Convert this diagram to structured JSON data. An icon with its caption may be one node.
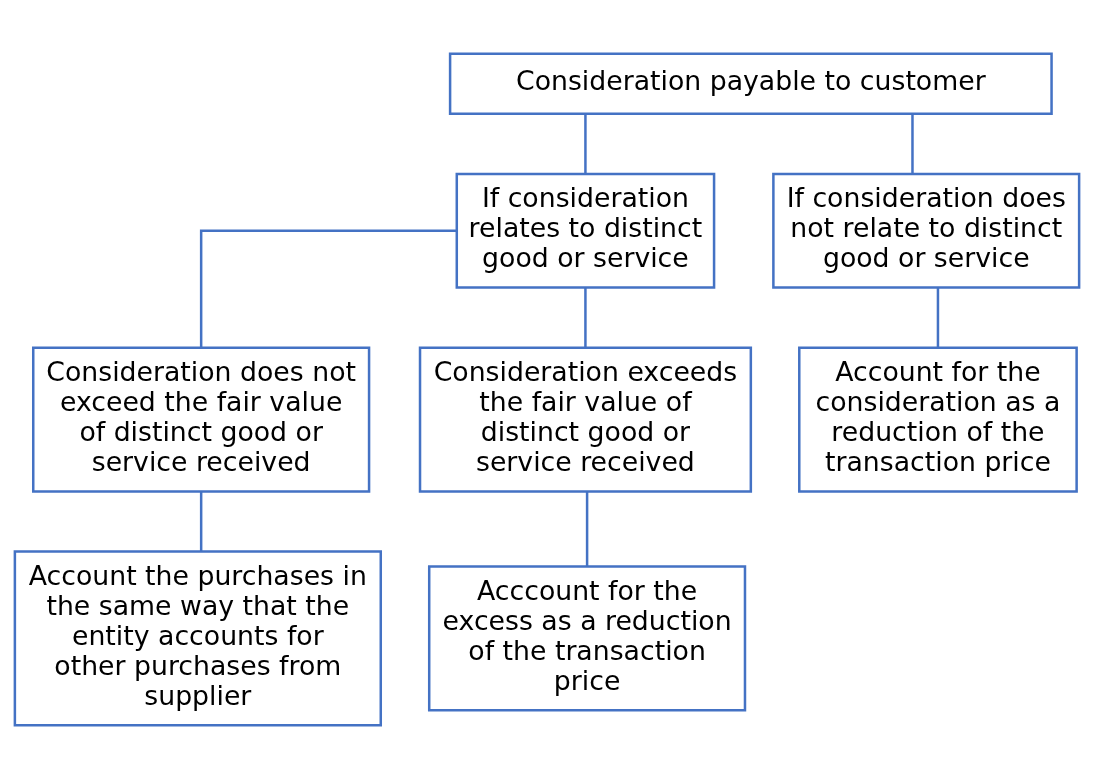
{
  "diagram": {
    "nodes": [
      {
        "text": [
          "Consideration payable to customer"
        ]
      },
      {
        "text": [
          "If consideration relates to distinct good or service"
        ]
      },
      {
        "text": [
          "If consideration does not relate to distinct good or service"
        ]
      },
      {
        "text": [
          "Consideration does not exceed the fair value of distinct good or service received"
        ]
      },
      {
        "text": [
          "Consideration exceeds the fair value of distinct good or service received"
        ]
      },
      {
        "text": [
          "Account for the consideration as a reduction of the transaction price"
        ]
      },
      {
        "text": [
          "Account the purchases in the same way that the entity accounts for other purchases from supplier"
        ]
      },
      {
        "text": [
          "Acccount for the excess as a reduction of the transaction price"
        ]
      }
    ],
    "edges": [
      {
        "from": 0,
        "to": 1,
        "arrow": "none"
      },
      {
        "from": 0,
        "to": 2,
        "arrow": "none"
      },
      {
        "from": 1,
        "to": 3,
        "arrow": "none"
      },
      {
        "from": 1,
        "to": 4,
        "arrow": "none"
      },
      {
        "from": 2,
        "to": 5,
        "arrow": "none"
      },
      {
        "from": 3,
        "to": 6,
        "arrow": "none"
      },
      {
        "from": 4,
        "to": 7,
        "arrow": "none"
      }
    ]
  }
}
